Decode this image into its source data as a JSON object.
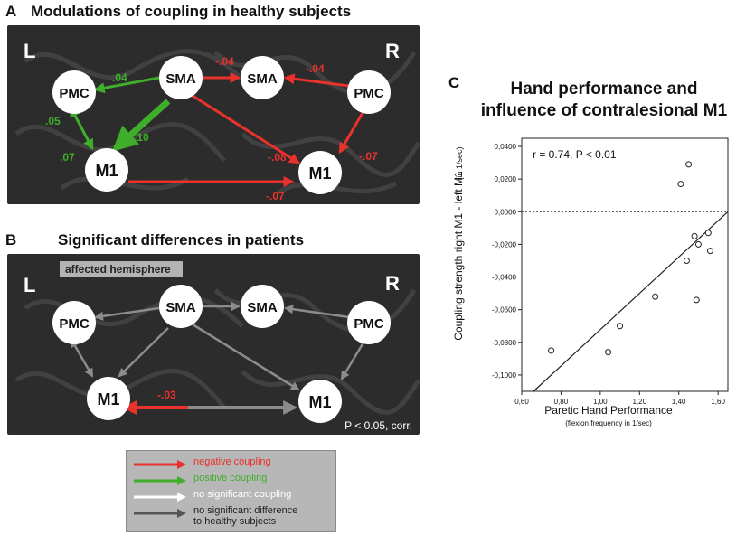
{
  "panel_a": {
    "label": "A",
    "title": "Modulations of coupling in healthy subjects",
    "hemi_left": "L",
    "hemi_right": "R",
    "nodes": {
      "sma_l": "SMA",
      "sma_r": "SMA",
      "pmc_l": "PMC",
      "pmc_r": "PMC",
      "m1_l": "M1",
      "m1_r": "M1"
    },
    "values": {
      "sma_sma": "-.04",
      "pmc_sma_r": "-.04",
      "sma_pmc_l": ".04",
      "pmc_m1_a": ".05",
      "pmc_m1_b": ".07",
      "sma_m1_l": ".10",
      "sma_m1_r": "-.08",
      "pmc_m1_r": "-.07",
      "m1_m1": "-.07"
    }
  },
  "panel_b": {
    "label": "B",
    "title": "Significant differences in patients",
    "hemi_left": "L",
    "hemi_right": "R",
    "affected_label": "affected hemisphere",
    "nodes": {
      "sma_l": "SMA",
      "sma_r": "SMA",
      "pmc_l": "PMC",
      "pmc_r": "PMC",
      "m1_l": "M1",
      "m1_r": "M1"
    },
    "values": {
      "m1_m1": "-.03"
    },
    "significance": "P < 0.05, corr."
  },
  "legend": {
    "items": [
      {
        "label": "negative coupling",
        "color": "#e8322b"
      },
      {
        "label": "positive coupling",
        "color": "#3fae2a"
      },
      {
        "label": "no significant coupling",
        "color": "#ffffff"
      },
      {
        "label": "no significant difference",
        "label2": "to healthy subjects",
        "color": "#555555"
      }
    ]
  },
  "panel_c": {
    "label": "C",
    "title_line1": "Hand performance and",
    "title_line2": "influence of contralesional M1"
  },
  "chart_data": {
    "type": "scatter",
    "annotation": "r = 0.74, P < 0.01",
    "xlabel": "Paretic Hand Performance",
    "xlabel_sub": "(flexion frequency in 1/sec)",
    "ylabel": "Coupling strength right M1 - left M1",
    "ylabel_sub": "(in 1/sec)",
    "xlim": [
      0.6,
      1.65
    ],
    "ylim": [
      -0.11,
      0.045
    ],
    "xticks": [
      "0,60",
      "0,80",
      "1,00",
      "1,20",
      "1,40",
      "1,60"
    ],
    "xtick_values": [
      0.6,
      0.8,
      1.0,
      1.2,
      1.4,
      1.6
    ],
    "yticks": [
      "0,0400",
      "0,0200",
      "0,0000",
      "-0,0200",
      "-0,0400",
      "-0,0600",
      "-0,0800",
      "-0,1000"
    ],
    "ytick_values": [
      0.04,
      0.02,
      0.0,
      -0.02,
      -0.04,
      -0.06,
      -0.08,
      -0.1
    ],
    "points": [
      {
        "x": 0.75,
        "y": -0.085
      },
      {
        "x": 1.04,
        "y": -0.086
      },
      {
        "x": 1.1,
        "y": -0.07
      },
      {
        "x": 1.28,
        "y": -0.052
      },
      {
        "x": 1.41,
        "y": 0.017
      },
      {
        "x": 1.45,
        "y": 0.029
      },
      {
        "x": 1.44,
        "y": -0.03
      },
      {
        "x": 1.48,
        "y": -0.015
      },
      {
        "x": 1.5,
        "y": -0.02
      },
      {
        "x": 1.49,
        "y": -0.054
      },
      {
        "x": 1.55,
        "y": -0.013
      },
      {
        "x": 1.56,
        "y": -0.024
      }
    ],
    "fit_line": {
      "x0": 0.66,
      "y0": -0.11,
      "x1": 1.65,
      "y1": 0.0
    },
    "reference_line_y": 0.0
  }
}
